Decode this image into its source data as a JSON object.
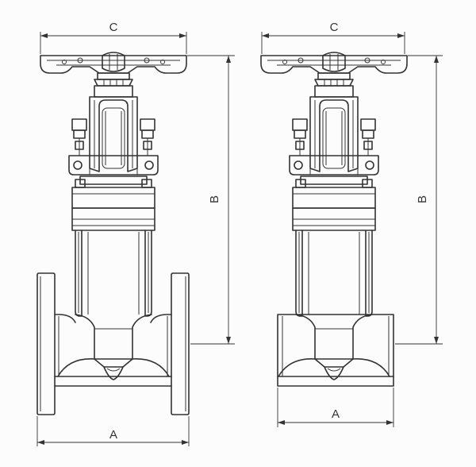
{
  "diagrams": [
    {
      "variant": "flanged",
      "labels": {
        "width": "A",
        "height": "B",
        "handwheel": "C"
      }
    },
    {
      "variant": "butt-weld",
      "labels": {
        "width": "A",
        "height": "B",
        "handwheel": "C"
      }
    }
  ],
  "colors": {
    "line": "#333333",
    "background": "#fcfcfc"
  }
}
